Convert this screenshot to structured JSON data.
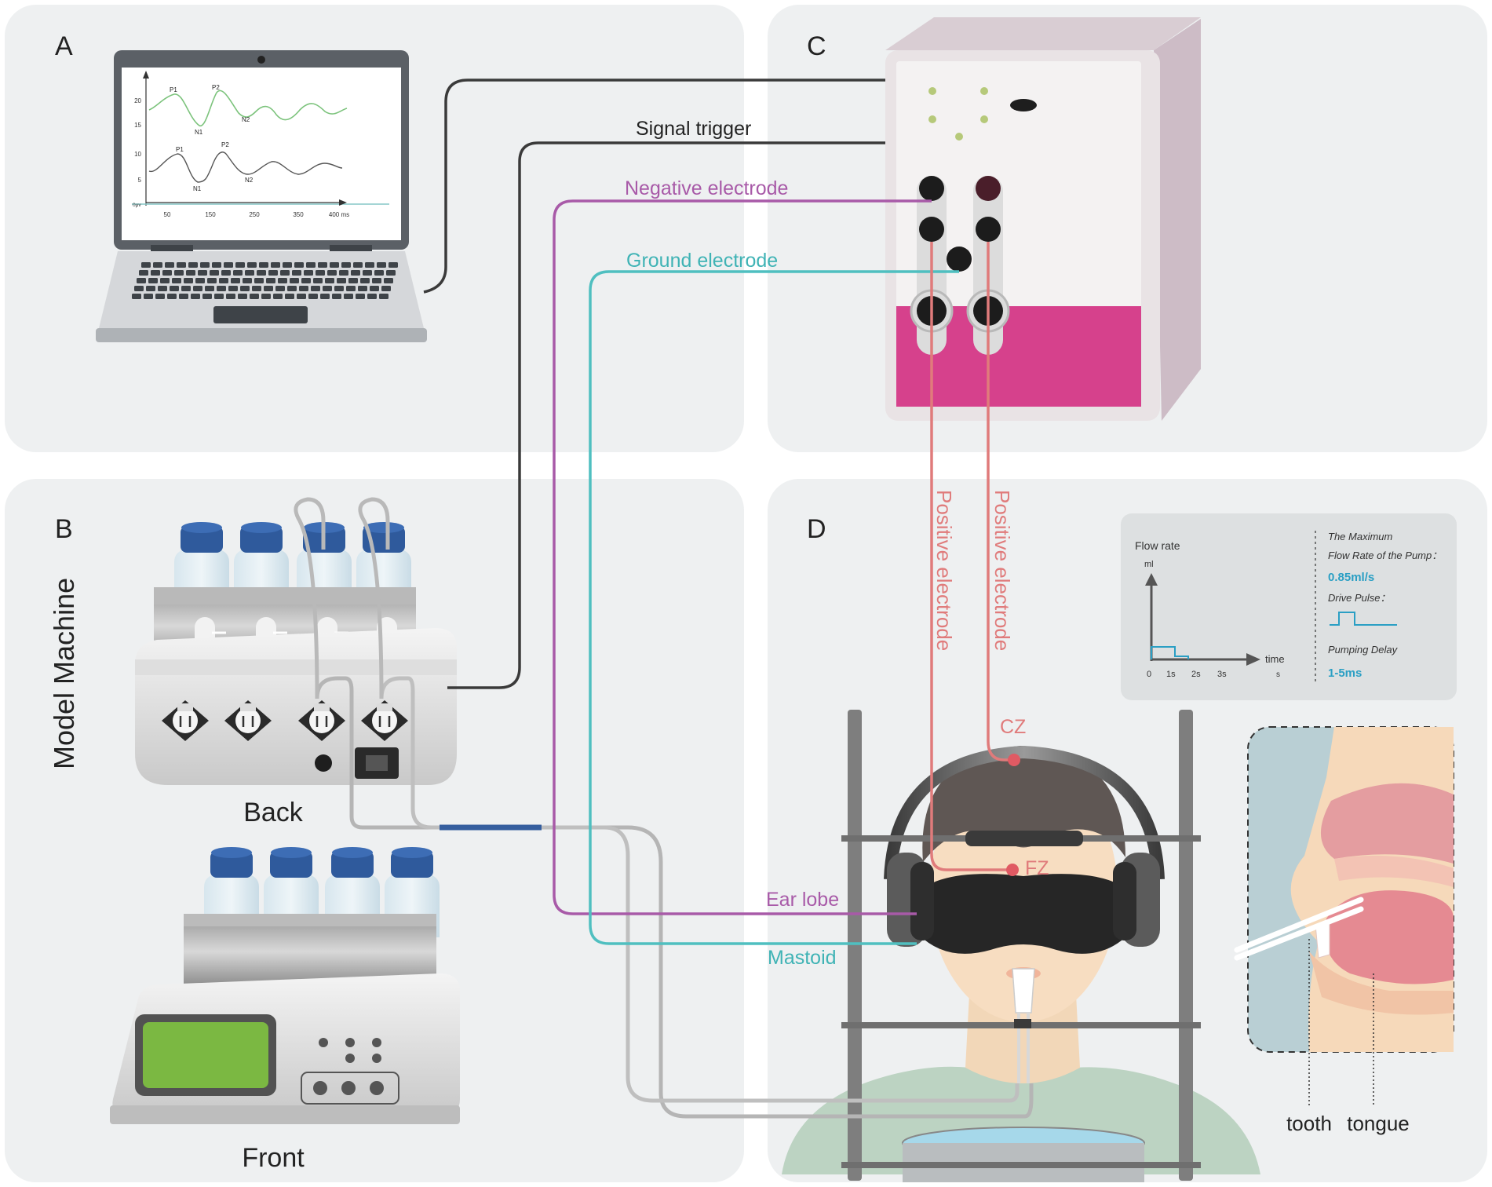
{
  "panels": {
    "a": "A",
    "b": "B",
    "c": "C",
    "d": "D"
  },
  "machine": {
    "vertical_label": "Model Machine",
    "back": "Back",
    "front": "Front"
  },
  "wires": {
    "signal_trigger": "Signal trigger",
    "negative_electrode": "Negative electrode",
    "ground_electrode": "Ground electrode",
    "positive_electrode_1": "Positive electrode",
    "positive_electrode_2": "Positive electrode"
  },
  "sites": {
    "cz": "CZ",
    "fz": "FZ",
    "ear_lobe": "Ear lobe",
    "mastoid": "Mastoid"
  },
  "anatomy": {
    "tooth": "tooth",
    "tongue": "tongue"
  },
  "erp_plot": {
    "y_ticks_top": [
      "20",
      "15"
    ],
    "y_ticks_bottom": [
      "10",
      "5"
    ],
    "zero_label": "0μv",
    "x_ticks": [
      "50",
      "150",
      "250",
      "350",
      "400 ms"
    ],
    "peaks_top": [
      "P1",
      "N1",
      "P2",
      "N2"
    ],
    "peaks_bottom": [
      "P1",
      "N1",
      "P2",
      "N2"
    ]
  },
  "flow_box": {
    "title": "Flow rate",
    "y_unit": "ml",
    "x_label": "time",
    "x_unit": "s",
    "x_ticks": [
      "0",
      "1s",
      "2s",
      "3s"
    ],
    "max_flow_label_1": "The Maximum",
    "max_flow_label_2": "Flow Rate of the Pump：",
    "max_flow_value": "0.85ml/s",
    "drive_pulse_label": "Drive Pulse：",
    "delay_label": "Pumping Delay",
    "delay_value": "1-5ms"
  },
  "colors": {
    "panel_bg": "#eef0f1",
    "signal": "#3a3a3a",
    "negative": "#a85aa8",
    "ground": "#4fbfc0",
    "positive": "#e07b7b",
    "accent_value": "#2a9fc4",
    "bottle_cap": "#2f5a9c",
    "device_magenta": "#d6418c"
  }
}
